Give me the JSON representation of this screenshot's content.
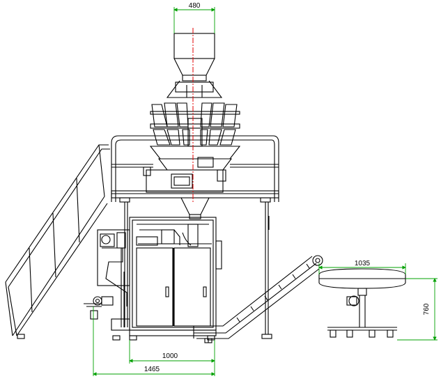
{
  "dimensions": {
    "hopper_width": "480",
    "table_width": "1035",
    "table_height": "760",
    "frame_width": "1000",
    "overall_width": "1465"
  },
  "colors": {
    "line": "#000000",
    "dimension": "#00a000",
    "centerline": "#e00000"
  }
}
